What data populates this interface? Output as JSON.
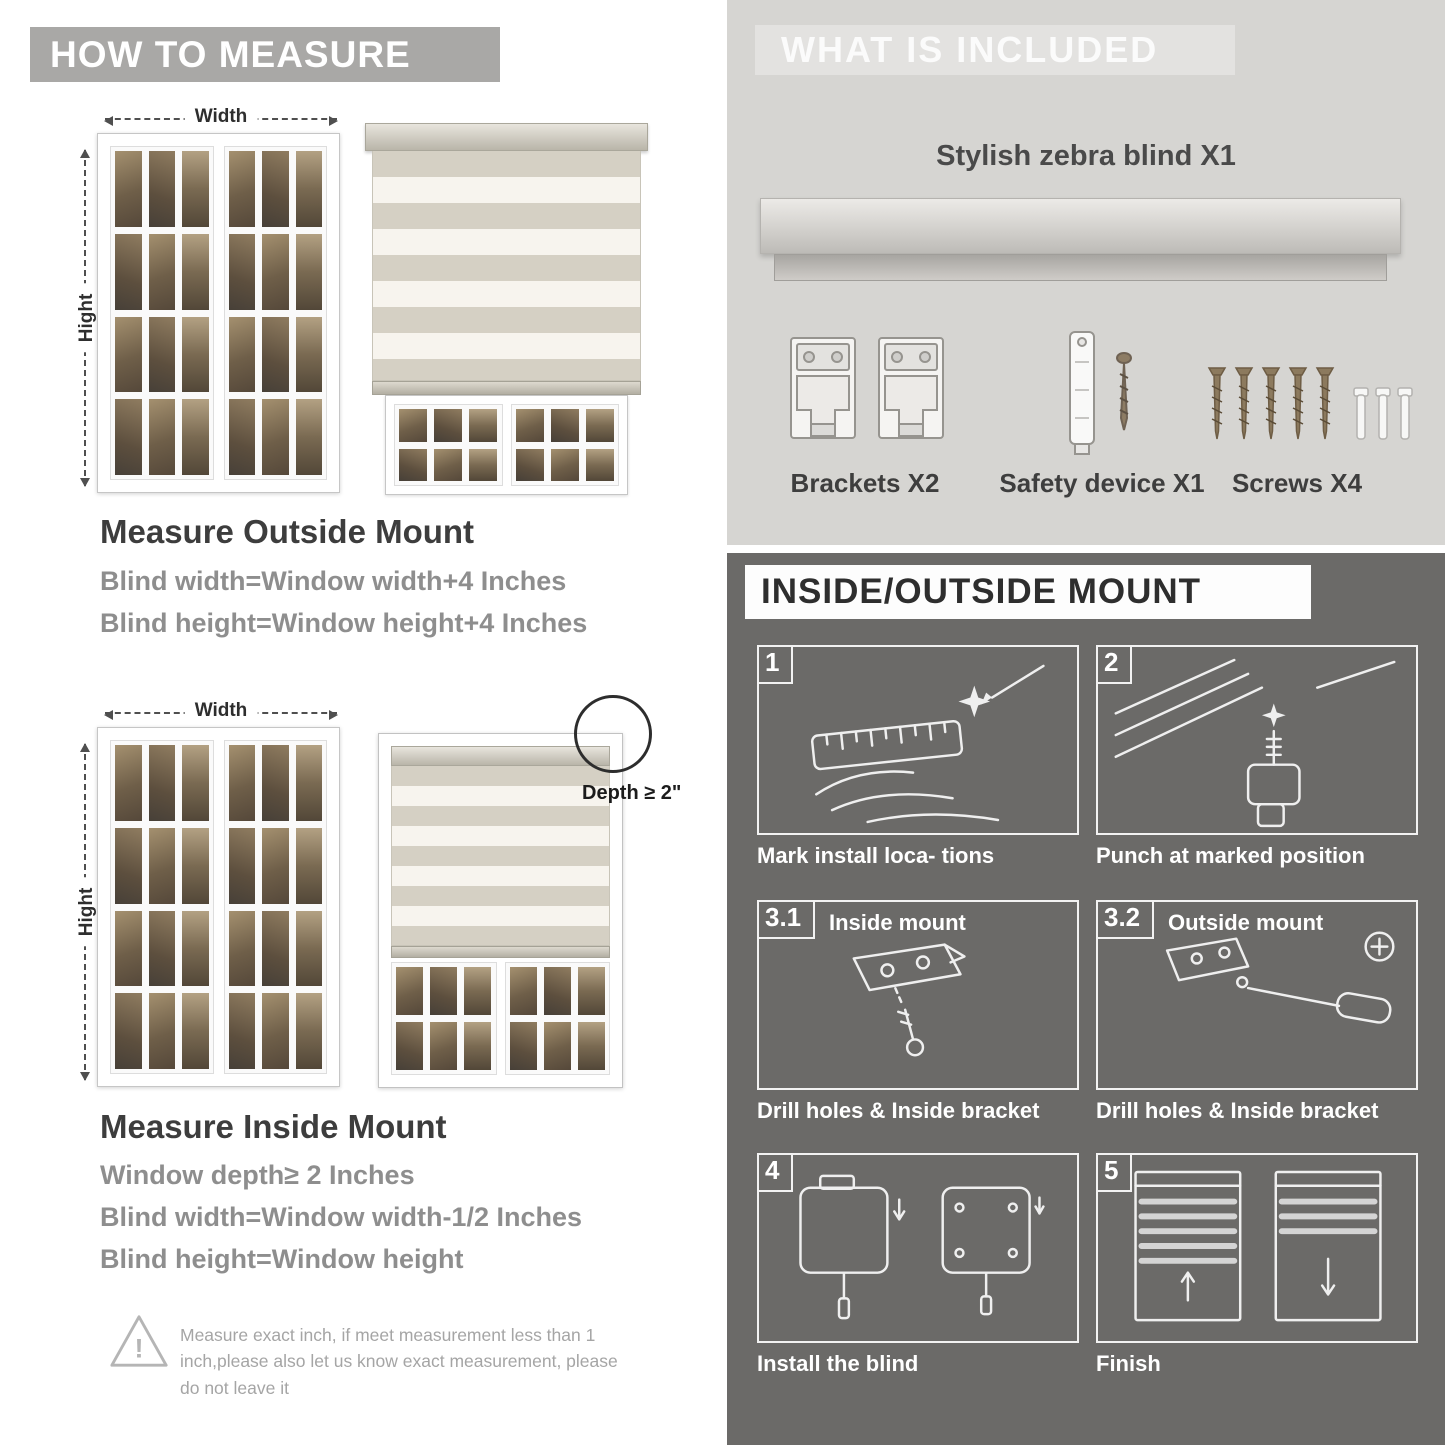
{
  "colors": {
    "measure_banner_bg": "#a9a8a6",
    "included_section_bg": "#d6d5d2",
    "included_banner_bg": "#e3e2e0",
    "mount_section_bg": "#6b6a68",
    "heading_text": "#3d3d3d",
    "body_text": "#8e8e8e",
    "stripe_gray": "#d5d0c4",
    "stripe_white": "#f7f4ee"
  },
  "measure": {
    "header": "HOW TO MEASURE",
    "outside": {
      "width_label": "Width",
      "height_label": "Hight",
      "title": "Measure Outside Mount",
      "lines": [
        "Blind width=Window width+4 Inches",
        "Blind height=Window height+4 Inches"
      ]
    },
    "inside": {
      "width_label": "Width",
      "height_label": "Hight",
      "depth_callout": "Depth ≥ 2\"",
      "title": "Measure Inside Mount",
      "lines": [
        "Window depth≥ 2 Inches",
        "Blind width=Window width-1/2 Inches",
        "Blind height=Window height"
      ]
    },
    "warning": {
      "mark": "!",
      "text": "Measure exact inch, if meet measurement less than 1 inch,please also let us know exact measurement, please do not leave it"
    }
  },
  "included": {
    "header": "WHAT IS INCLUDED",
    "product_label": "Stylish zebra blind X1",
    "items": [
      {
        "name": "brackets",
        "label": "Brackets X2"
      },
      {
        "name": "safety-device",
        "label": "Safety device X1"
      },
      {
        "name": "screws",
        "label": "Screws X4"
      }
    ]
  },
  "mount": {
    "header": "INSIDE/OUTSIDE MOUNT",
    "steps": [
      {
        "num": "1",
        "caption": "Mark install loca- tions"
      },
      {
        "num": "2",
        "caption": "Punch at  marked position"
      },
      {
        "num": "3.1",
        "label": "Inside mount",
        "caption": "Drill holes &  Inside bracket"
      },
      {
        "num": "3.2",
        "label": "Outside mount",
        "caption": "Drill holes &  Inside bracket"
      },
      {
        "num": "4",
        "caption": "Install the blind"
      },
      {
        "num": "5",
        "caption": "Finish"
      }
    ]
  }
}
